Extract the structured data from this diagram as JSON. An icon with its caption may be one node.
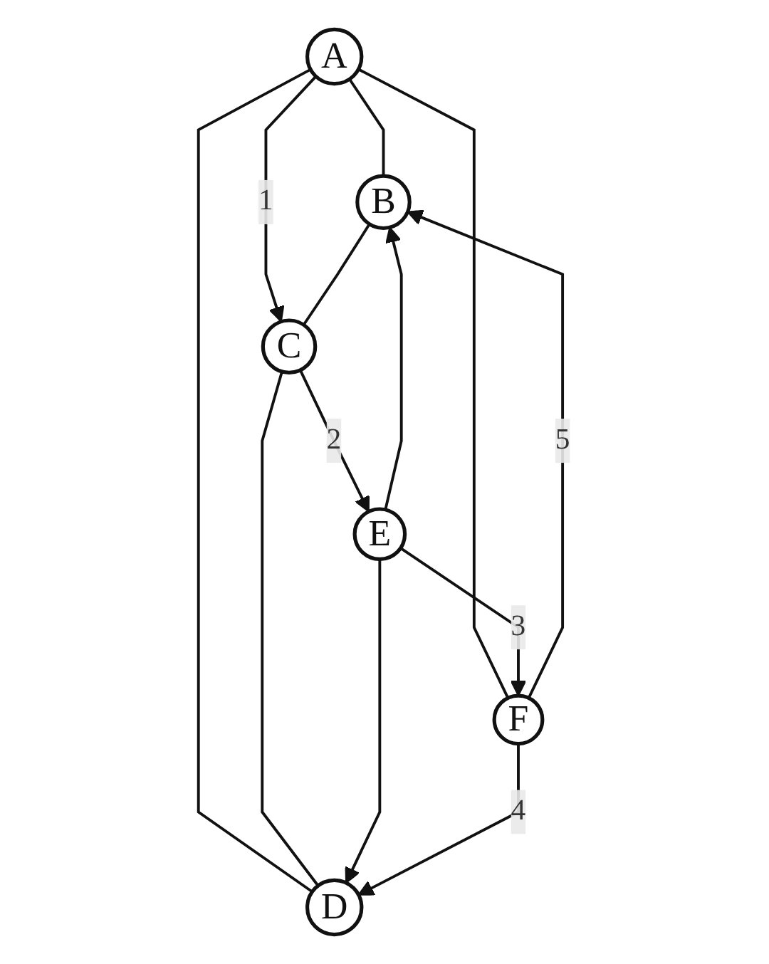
{
  "diagram": {
    "nodes": [
      {
        "text": [
          "A"
        ]
      },
      {
        "text": [
          "B"
        ]
      },
      {
        "text": [
          "C"
        ]
      },
      {
        "text": [
          "D"
        ]
      },
      {
        "text": [
          "E"
        ]
      },
      {
        "text": [
          "F"
        ]
      }
    ],
    "edges": [
      {
        "from": 0,
        "to": 1,
        "arrow": "none"
      },
      {
        "from": 0,
        "to": 2,
        "arrow": "to",
        "label": "1"
      },
      {
        "from": 0,
        "to": 3,
        "arrow": "none"
      },
      {
        "from": 0,
        "to": 5,
        "arrow": "none"
      },
      {
        "from": 1,
        "to": 2,
        "arrow": "none"
      },
      {
        "from": 2,
        "to": 3,
        "arrow": "none"
      },
      {
        "from": 2,
        "to": 4,
        "arrow": "to",
        "label": "2"
      },
      {
        "from": 4,
        "to": 1,
        "arrow": "to"
      },
      {
        "from": 4,
        "to": 3,
        "arrow": "to"
      },
      {
        "from": 4,
        "to": 5,
        "arrow": "to",
        "label": "3"
      },
      {
        "from": 5,
        "to": 3,
        "arrow": "to",
        "label": "4"
      },
      {
        "from": 5,
        "to": 1,
        "arrow": "to",
        "label": "5"
      }
    ]
  }
}
